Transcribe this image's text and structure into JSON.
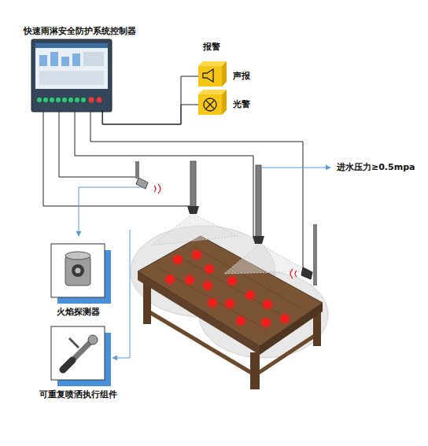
{
  "diagram": {
    "nodes": [
      {
        "text": [
          "快速雨淋安全防护系统控制器"
        ]
      },
      {
        "text": [
          "声报"
        ]
      },
      {
        "text": [
          "光警"
        ]
      },
      {
        "text": [
          "火焰探测器"
        ]
      },
      {
        "text": [
          "可重复喷洒执行组件"
        ]
      }
    ],
    "edges": [
      {
        "from": 0,
        "to": 1,
        "arrow": "none"
      },
      {
        "from": 0,
        "to": 2,
        "arrow": "none"
      }
    ],
    "labels": [
      "报警",
      "进水压力≥0.5mpa"
    ]
  }
}
